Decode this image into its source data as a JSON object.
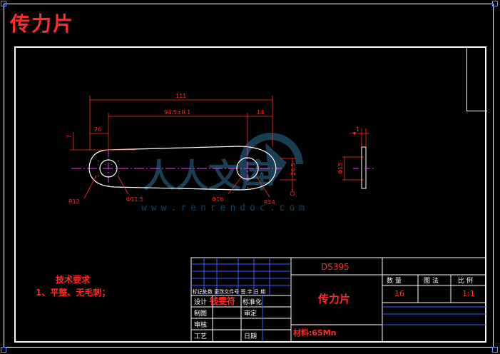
{
  "sheet": {
    "title": "传力片"
  },
  "dimensions": {
    "overall_length": "111",
    "center_distance": "94.5±0.1",
    "end_offset": "14",
    "left_offset": "26",
    "left_vertical": "7",
    "height": "26.5",
    "thickness": "1",
    "side_dim": "Φ15",
    "radius_left": "R12",
    "radius_right": "R14",
    "hole_left": "Φ11.5",
    "hole_right": "Φ16"
  },
  "watermark": {
    "text": "人人文库",
    "url": "www.renrendoc.com"
  },
  "technical_requirements": {
    "title": "技术要求",
    "items": [
      "1、平整、无毛刺；"
    ]
  },
  "title_block": {
    "drawing_number": "DS395",
    "part_name": "传力片",
    "material": "材料:65Mn",
    "headers": {
      "quantity": "数 量",
      "drawing": "图 法",
      "scale": "比 例"
    },
    "values": {
      "quantity": "16",
      "scale": "1:1"
    },
    "revision_row": "标记处数 更改文件号 签 字 日 期",
    "rows": {
      "design": "设计",
      "designer": "钱雯符",
      "standardization": "标准化",
      "drawing": "制图",
      "review": "审定",
      "check": "审核",
      "process": "工艺",
      "date": "日期"
    }
  },
  "colors": {
    "red": "#ff2a2a",
    "white": "#ffffff",
    "blue": "#4a6cff",
    "magenta": "#ff33ff",
    "watermark": "#1f4a63"
  }
}
